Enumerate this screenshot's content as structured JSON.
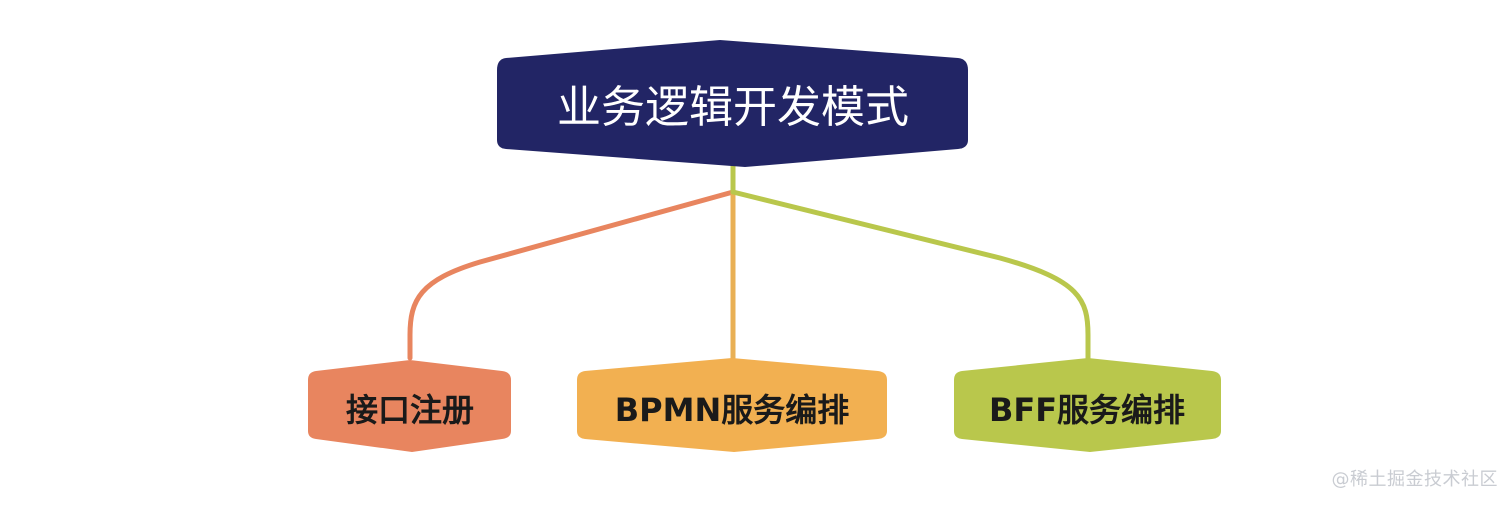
{
  "diagram": {
    "root": {
      "label": "业务逻辑开发模式",
      "color": "#222565"
    },
    "children": [
      {
        "label": "接口注册",
        "color": "#e8855f",
        "connector_color": "#e8855f"
      },
      {
        "label": "BPMN服务编排",
        "color": "#f2b051",
        "connector_color": "#e9b055"
      },
      {
        "label": "BFF服务编排",
        "color": "#b9c74c",
        "connector_color": "#b9c74c"
      }
    ]
  },
  "watermark": {
    "text": "@稀土掘金技术社区"
  }
}
